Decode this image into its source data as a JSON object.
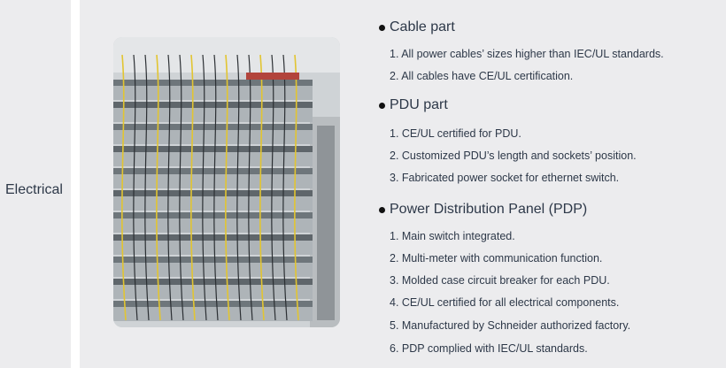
{
  "left": {
    "label": "Electrical"
  },
  "photo": {
    "description_icon": "server-rack-cabling-photo"
  },
  "sections": [
    {
      "title": "Cable part",
      "items": [
        "1. All power cables’ sizes higher than IEC/UL standards.",
        "2. All cables have CE/UL certification."
      ]
    },
    {
      "title": "PDU part",
      "items": [
        "1. CE/UL certified for PDU.",
        "2. Customized PDU’s length and sockets’ position.",
        "3. Fabricated power socket for ethernet switch."
      ]
    },
    {
      "title": "Power Distribution Panel (PDP)",
      "items": [
        "1. Main switch integrated.",
        "2. Multi-meter with communication function.",
        "3. Molded case circuit breaker for each PDU.",
        "4. CE/UL certified for all electrical components.",
        "5. Manufactured by Schneider authorized factory.",
        "6. PDP complied with IEC/UL standards."
      ]
    }
  ]
}
